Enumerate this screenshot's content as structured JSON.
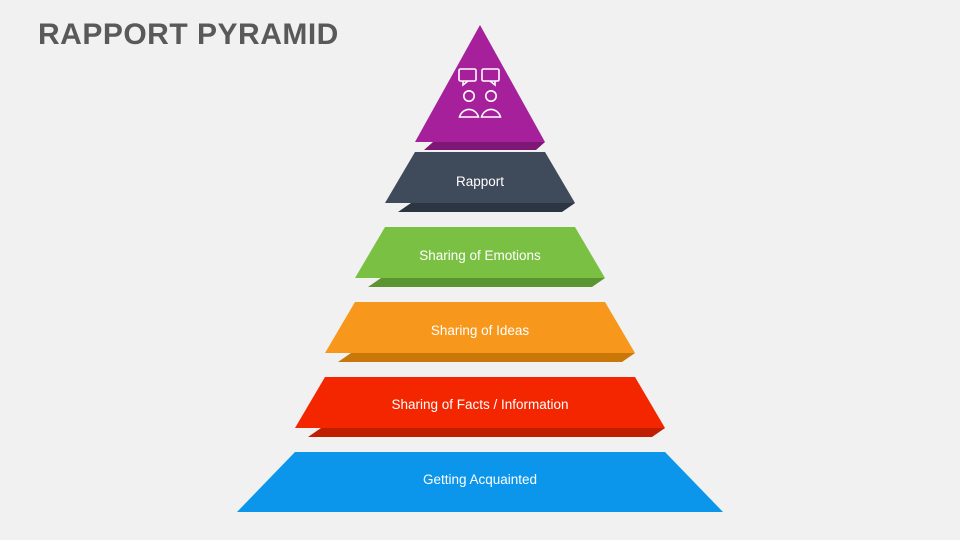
{
  "page": {
    "title": "RAPPORT PYRAMID",
    "background_color": "#f1f1f1",
    "title_color": "#595959"
  },
  "diagram": {
    "type": "pyramid",
    "name": "rapport-pyramid",
    "apex_icon": "two-people-speech-bubbles-icon",
    "levels": [
      {
        "label": "",
        "color": "#a6209b",
        "shadow_color": "#7d1675",
        "icon": "two-people-speech-bubbles-icon"
      },
      {
        "label": "Rapport",
        "color": "#3f4a5a",
        "shadow_color": "#2c3542"
      },
      {
        "label": "Sharing of Emotions",
        "color": "#7ac143",
        "shadow_color": "#5b9430"
      },
      {
        "label": "Sharing of Ideas",
        "color": "#f7981d",
        "shadow_color": "#c87708"
      },
      {
        "label": "Sharing of Facts / Information",
        "color": "#f42600",
        "shadow_color": "#c01e00"
      },
      {
        "label": "Getting Acquainted",
        "color": "#0b96eb",
        "shadow_color": "#0b96eb"
      }
    ]
  }
}
